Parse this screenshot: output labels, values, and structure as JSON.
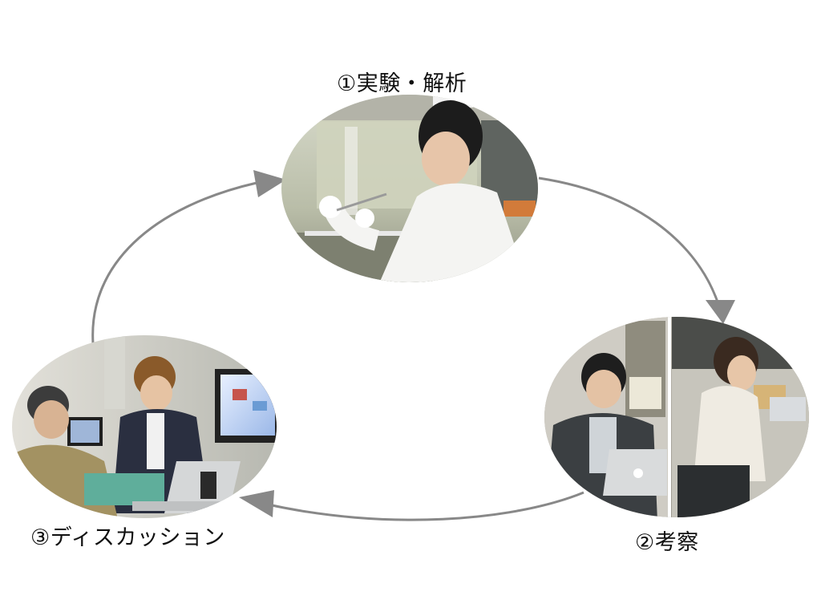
{
  "steps": [
    {
      "label": "①実験・解析",
      "photo_icon": "lab-experiment-photo"
    },
    {
      "label": "②考察",
      "photo_icon": "office-desk-work-photo"
    },
    {
      "label": "③ディスカッション",
      "photo_icon": "team-discussion-photo"
    }
  ],
  "colors": {
    "arrow": "#888888",
    "background": "#ffffff",
    "text": "#111111"
  }
}
